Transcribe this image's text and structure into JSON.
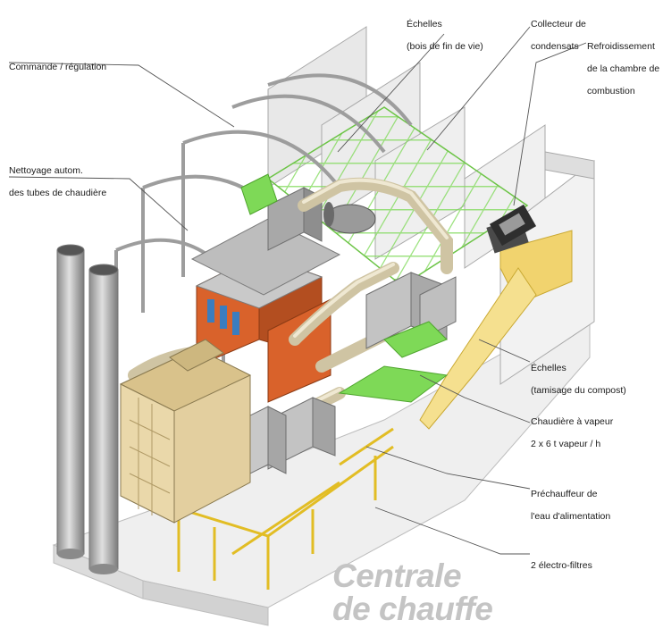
{
  "labels": {
    "commande": [
      "Commande / régulation"
    ],
    "nettoyage": [
      "Nettoyage autom.",
      "des tubes de chaudière"
    ],
    "echelles_bois": [
      "Échelles",
      "(bois de fin de vie)"
    ],
    "collecteur": [
      "Collecteur de",
      "condensats"
    ],
    "refroidissement": [
      "Refroidissement",
      "de la chambre de",
      "combustion"
    ],
    "echelles_compost": [
      "Échelles",
      "(tamisage du compost)"
    ],
    "chaudiere": [
      "Chaudière à vapeur",
      "2 x 6 t vapeur / h"
    ],
    "prechauffeur": [
      "Préchauffeur de",
      "l'eau d'alimentation"
    ],
    "electrofiltres": [
      "2 électro-filtres"
    ]
  },
  "title": [
    "Centrale",
    "de chauffe"
  ],
  "colors": {
    "frame": "#9a9a9a",
    "wall": "#e6e6e6",
    "grid_green": "#7ed957",
    "boiler_orange": "#d9622b",
    "pipe": "#d8ceb0",
    "yellow_struct": "#e8c532",
    "chimney": "#b5b5b5",
    "furnace": "#e3cf9f",
    "title_grey": "#c4c4c4"
  }
}
